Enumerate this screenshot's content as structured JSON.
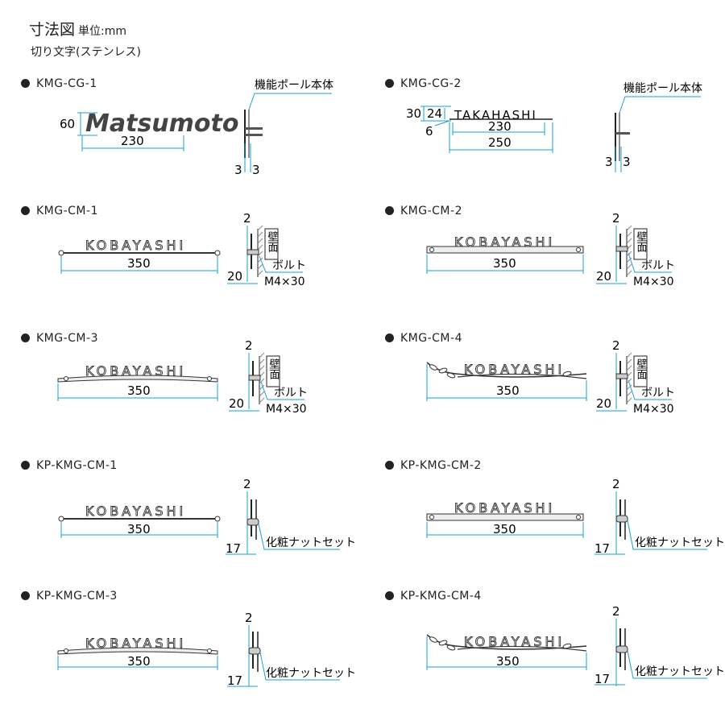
{
  "page": {
    "title": "寸法図",
    "unit": "単位:mm",
    "subtitle": "切り文字(ステンレス)"
  },
  "colors": {
    "dimension_line": "#1a9fd8",
    "ink": "#222222",
    "plate": "#c9c9c9"
  },
  "labels": {
    "pole_body": "機能ポール本体",
    "wall": "壁面",
    "bolt": "ボルト",
    "bolt_size": "M4×30",
    "nut_set": "化粧ナットセット"
  },
  "panels": [
    {
      "model": "KMG-CG-1",
      "sign_text": "Matsumoto",
      "height": "60",
      "width": "230",
      "side_a": "3",
      "side_b": "3"
    },
    {
      "model": "KMG-CG-2",
      "sign_text": "TAKAHASHI",
      "plate_h": "30",
      "letter_h": "24",
      "offset": "6",
      "letter_w": "230",
      "width": "250",
      "side_a": "3",
      "side_b": "3"
    },
    {
      "model": "KMG-CM-1",
      "sign_text": "KOBAYASHI",
      "width": "350",
      "gap": "2",
      "depth": "20"
    },
    {
      "model": "KMG-CM-2",
      "sign_text": "KOBAYASHI",
      "width": "350",
      "gap": "2",
      "depth": "20"
    },
    {
      "model": "KMG-CM-3",
      "sign_text": "KOBAYASHI",
      "width": "350",
      "gap": "2",
      "depth": "20"
    },
    {
      "model": "KMG-CM-4",
      "sign_text": "KOBAYASHI",
      "width": "350",
      "gap": "2",
      "depth": "20"
    },
    {
      "model": "KP-KMG-CM-1",
      "sign_text": "KOBAYASHI",
      "width": "350",
      "gap": "2",
      "depth": "17"
    },
    {
      "model": "KP-KMG-CM-2",
      "sign_text": "KOBAYASHI",
      "width": "350",
      "gap": "2",
      "depth": "17"
    },
    {
      "model": "KP-KMG-CM-3",
      "sign_text": "KOBAYASHI",
      "width": "350",
      "gap": "2",
      "depth": "17"
    },
    {
      "model": "KP-KMG-CM-4",
      "sign_text": "KOBAYASHI",
      "width": "350",
      "gap": "2",
      "depth": "17"
    }
  ]
}
